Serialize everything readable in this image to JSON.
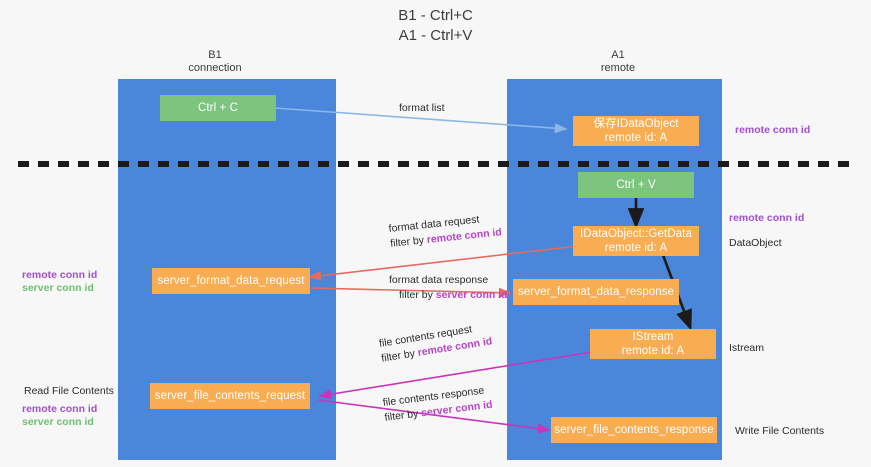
{
  "title": {
    "line1": "B1 - Ctrl+C",
    "line2": "A1 - Ctrl+V"
  },
  "columns": [
    {
      "name": "B1",
      "role": "connection"
    },
    {
      "name": "A1",
      "role": "remote"
    }
  ],
  "colors": {
    "column_band": "#4a86d9",
    "node_green": "#7dc47f",
    "node_orange": "#f9ad52",
    "highlight_remote": "#a24fd0",
    "highlight_server": "#6fbf73",
    "arrow_format": "#e8695f",
    "arrow_file": "#cc33bb",
    "arrow_formatlist": "#8bb7e8",
    "arrow_internal": "#1b1b1b",
    "divider": "#1b1b1b",
    "page_bg": "#f7f7f7"
  },
  "nodes": {
    "ctrl_c": {
      "line1": "Ctrl + C",
      "line2": ""
    },
    "save_dataobj": {
      "line1": "保存IDataObject",
      "line2": "remote id: A"
    },
    "ctrl_v": {
      "line1": "Ctrl + V",
      "line2": ""
    },
    "getdata": {
      "line1": "IDataObject::GetData",
      "line2": "remote id: A"
    },
    "fmt_req": {
      "line1": "server_format_data_request",
      "line2": ""
    },
    "fmt_resp": {
      "line1": "server_format_data_response",
      "line2": ""
    },
    "istream": {
      "line1": "IStream",
      "line2": "remote id: A"
    },
    "file_req": {
      "line1": "server_file_contents_request",
      "line2": ""
    },
    "file_resp": {
      "line1": "server_file_contents_response",
      "line2": ""
    }
  },
  "edge_labels": {
    "format_list": {
      "text": "format list"
    },
    "fmt_request": {
      "l1": "format data request",
      "l2_prefix": "filter by ",
      "l2_hl": "remote conn id"
    },
    "fmt_response": {
      "l1": "format data response",
      "l2_prefix": "filter by ",
      "l2_hl": "server conn id"
    },
    "file_request": {
      "l1": "file contents request",
      "l2_prefix": "filter by ",
      "l2_hl": "remote conn id"
    },
    "file_response": {
      "l1": "file contents response",
      "l2_prefix": "filter by ",
      "l2_hl": "server conn id"
    }
  },
  "side_labels": {
    "left_mid_remote": "remote conn id",
    "left_mid_server": "server conn id",
    "left_read_file": "Read File Contents",
    "left_bot_remote": "remote conn id",
    "left_bot_server": "server conn id",
    "right_top_remote": "remote conn id",
    "right_mid_remote": "remote conn id",
    "right_dataobject": "DataObject",
    "right_istream": "Istream",
    "right_write_file": "Write File Contents"
  }
}
